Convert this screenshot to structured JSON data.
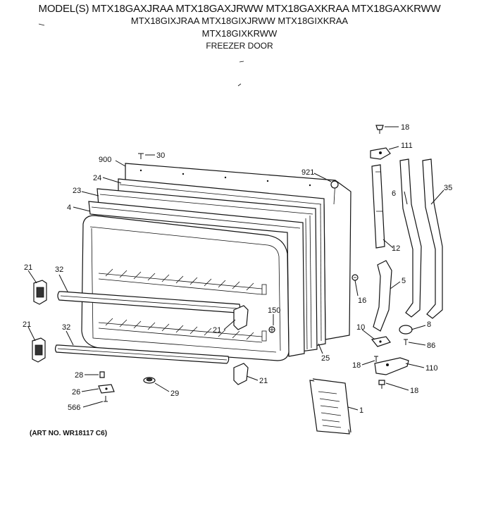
{
  "header": {
    "models_line1": "MODEL(S) MTX18GAXJRAA  MTX18GAXJRWW  MTX18GAXKRAA  MTX18GAXKRWW",
    "models_line2": "MTX18GIXJRAA  MTX18GIXJRWW  MTX18GIXKRAA",
    "models_line3": "MTX18GIXKRWW",
    "section_title": "FREEZER DOOR"
  },
  "art_number": "(ART NO. WR18117 C6)",
  "callouts": {
    "c18a": "18",
    "c111": "111",
    "c30": "30",
    "c900": "900",
    "c921": "921",
    "c24": "24",
    "c6": "6",
    "c35": "35",
    "c23": "23",
    "c4": "4",
    "c12": "12",
    "c21a": "21",
    "c32a": "32",
    "c5": "5",
    "c16": "16",
    "c150": "150",
    "c21b": "21",
    "c21c": "21",
    "c32b": "32",
    "c8": "8",
    "c10": "10",
    "c86": "86",
    "c25": "25",
    "c18b": "18",
    "c110": "110",
    "c28": "28",
    "c21d": "21",
    "c26": "26",
    "c29": "29",
    "c18c": "18",
    "c566": "566",
    "c1": "1"
  }
}
